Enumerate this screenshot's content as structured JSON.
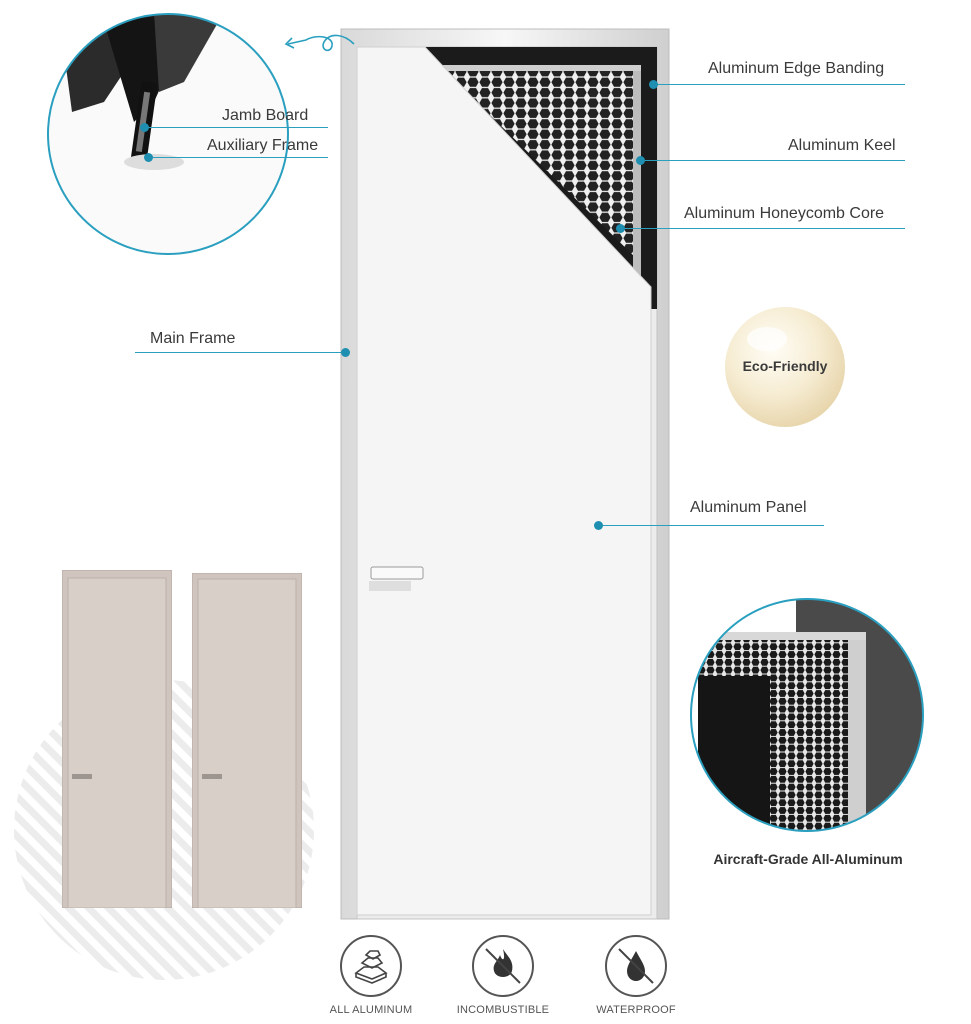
{
  "callouts": {
    "edge_banding": "Aluminum Edge Banding",
    "keel": "Aluminum Keel",
    "honeycomb": "Aluminum Honeycomb Core",
    "main_frame": "Main Frame",
    "panel": "Aluminum Panel",
    "jamb_board": "Jamb Board",
    "auxiliary_frame": "Auxiliary Frame"
  },
  "badge": {
    "eco": "Eco-Friendly"
  },
  "detail_caption": "Aircraft-Grade All-Aluminum",
  "features": [
    {
      "label": "ALL ALUMINUM",
      "icon": "aluminum-ingots-icon"
    },
    {
      "label": "INCOMBUSTIBLE",
      "icon": "no-fire-icon"
    },
    {
      "label": "WATERPROOF",
      "icon": "no-water-icon"
    }
  ],
  "colors": {
    "accent": "#1e8fb1",
    "door_white": "#f4f4f4",
    "door_taupe": "#d6cdc6"
  }
}
